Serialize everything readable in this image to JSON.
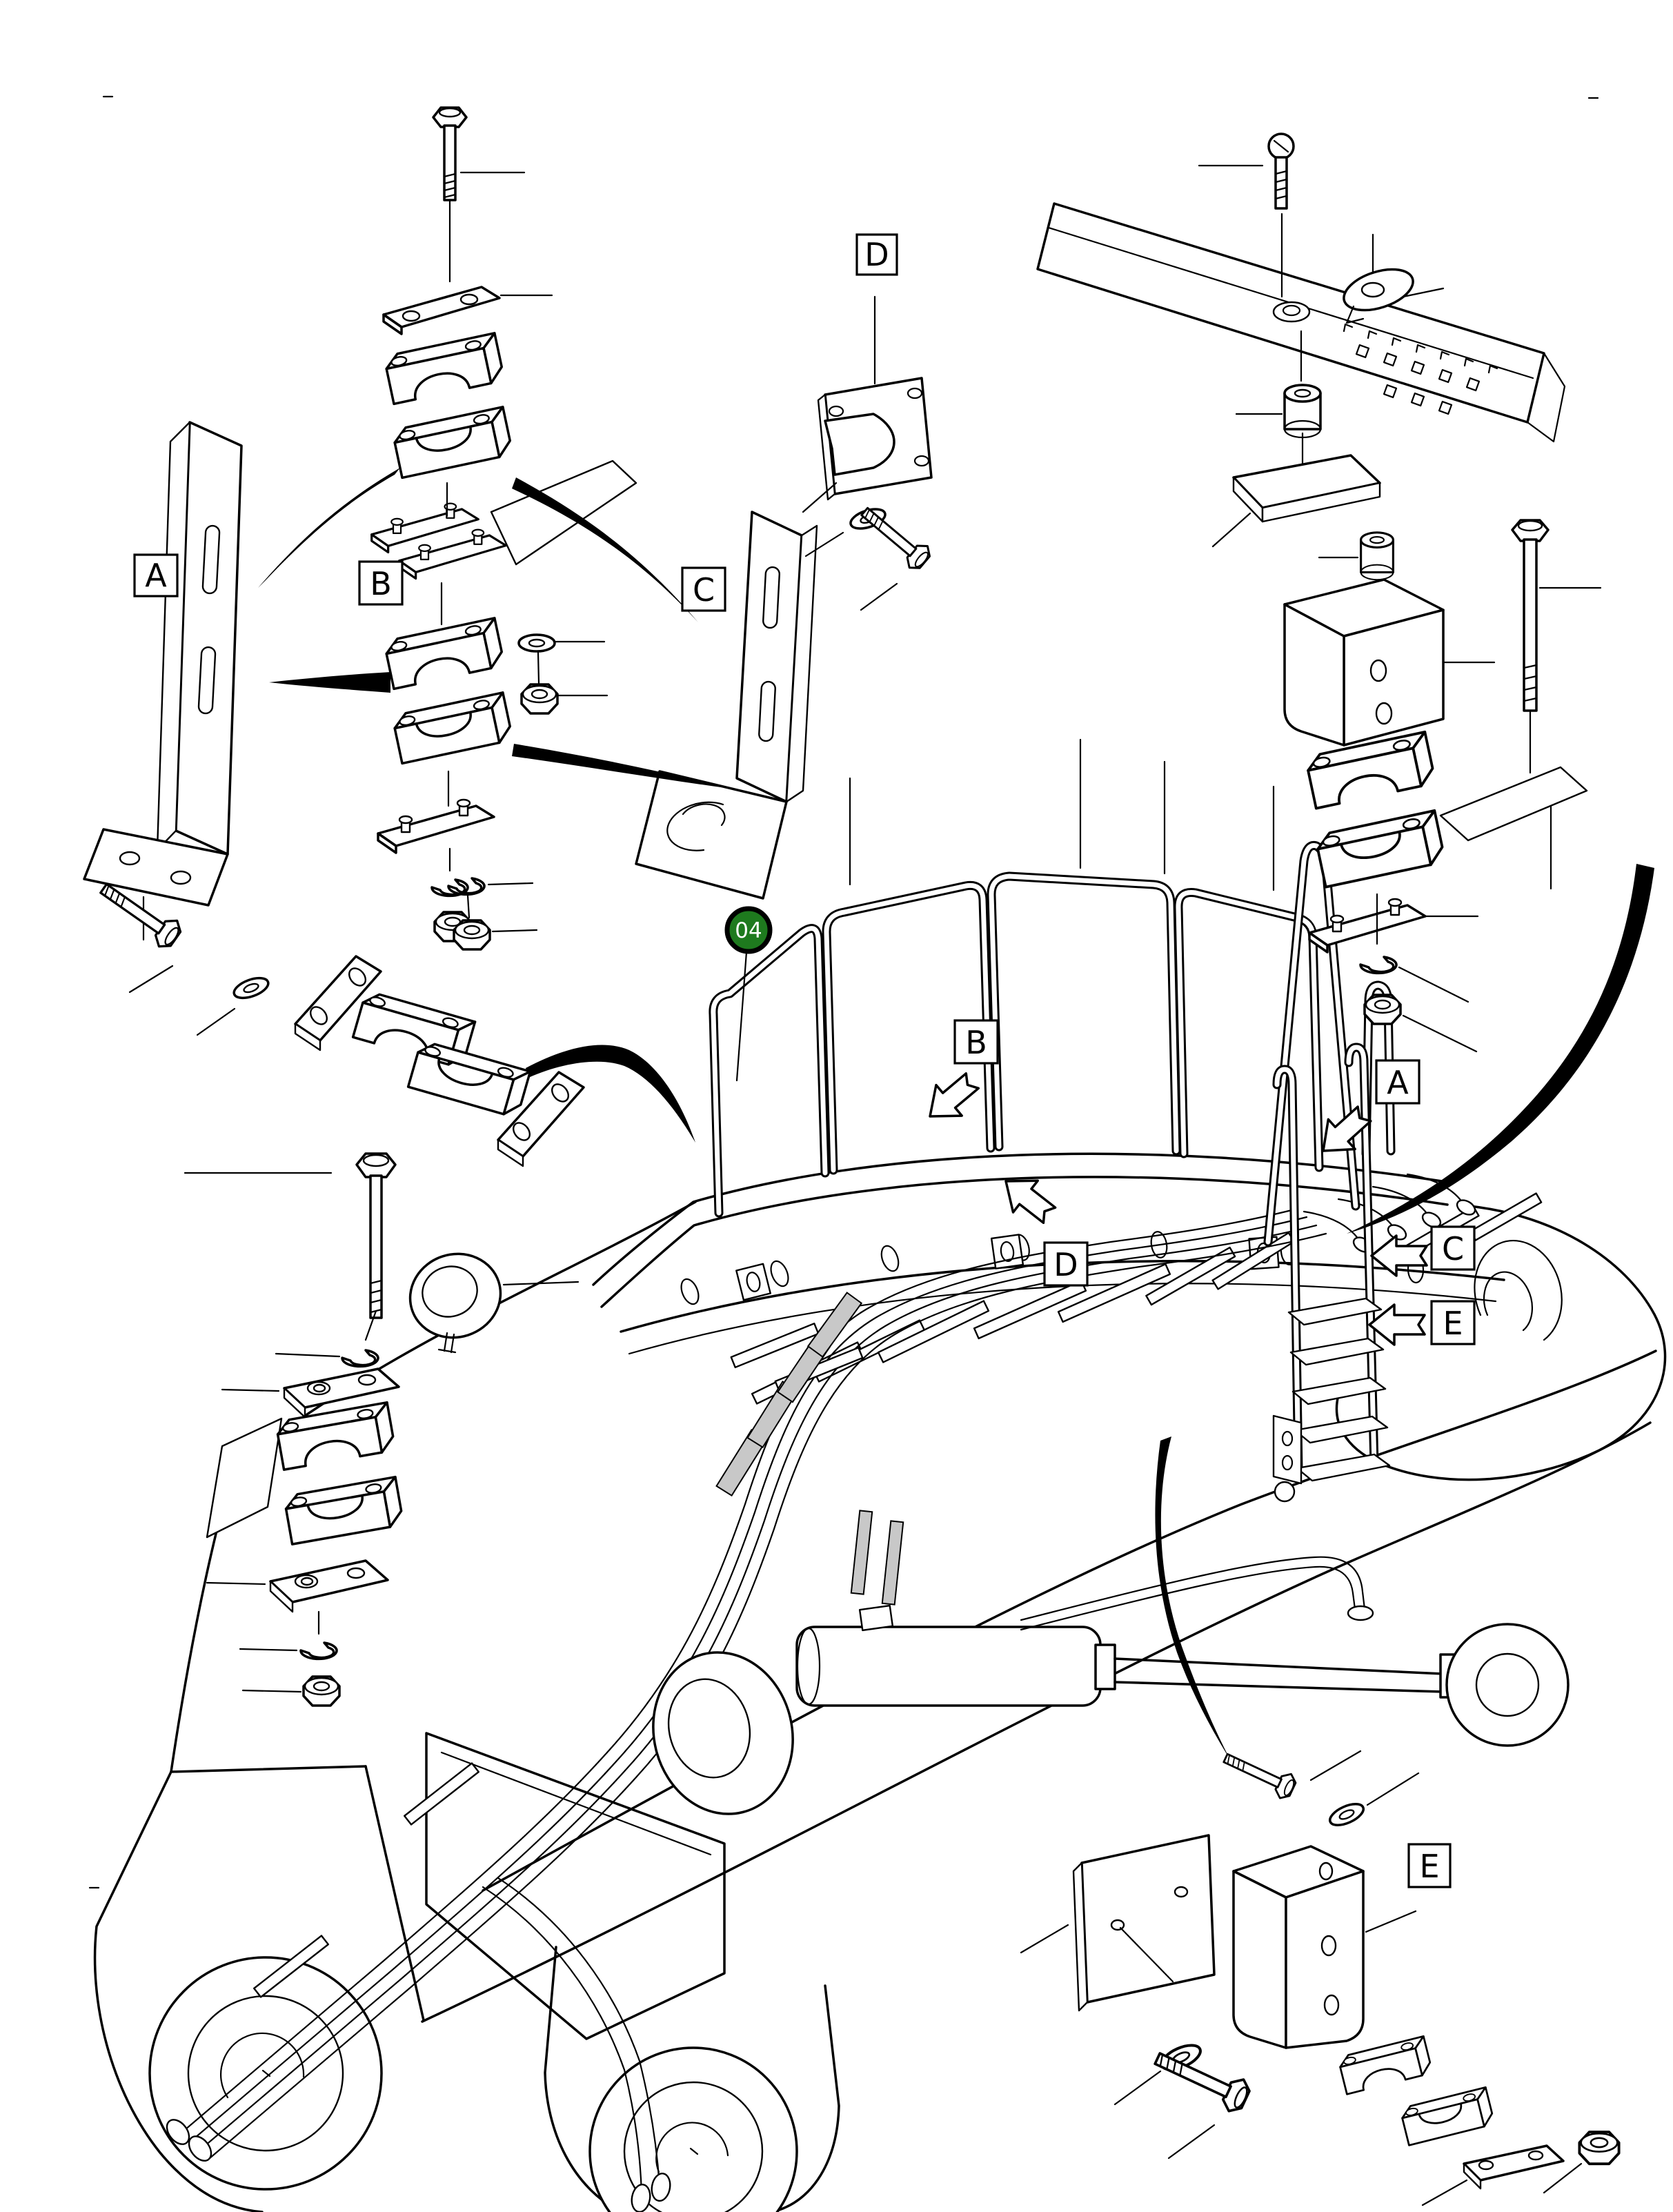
{
  "badge": {
    "number": "04",
    "fill": "#1e7a1e",
    "ring_color": "#000000",
    "text_color": "#ffffff"
  },
  "callouts": {
    "top_left_bracket_a": {
      "label": "A"
    },
    "top_left_clamps_b": {
      "label": "B"
    },
    "top_left_bracket_c": {
      "label": "C"
    },
    "top_middle_guard_d": {
      "label": "D"
    },
    "handrail_b": {
      "label": "B"
    },
    "ladder_top_a": {
      "label": "A"
    },
    "ladder_mid_c": {
      "label": "C"
    },
    "pipe_run_d": {
      "label": "D"
    },
    "ladder_bottom_e": {
      "label": "E"
    },
    "bottom_right_clamp_e": {
      "label": "E"
    }
  },
  "colors": {
    "line": "#000000",
    "background": "#ffffff",
    "hose_sleeve": "#c8c8c8"
  }
}
